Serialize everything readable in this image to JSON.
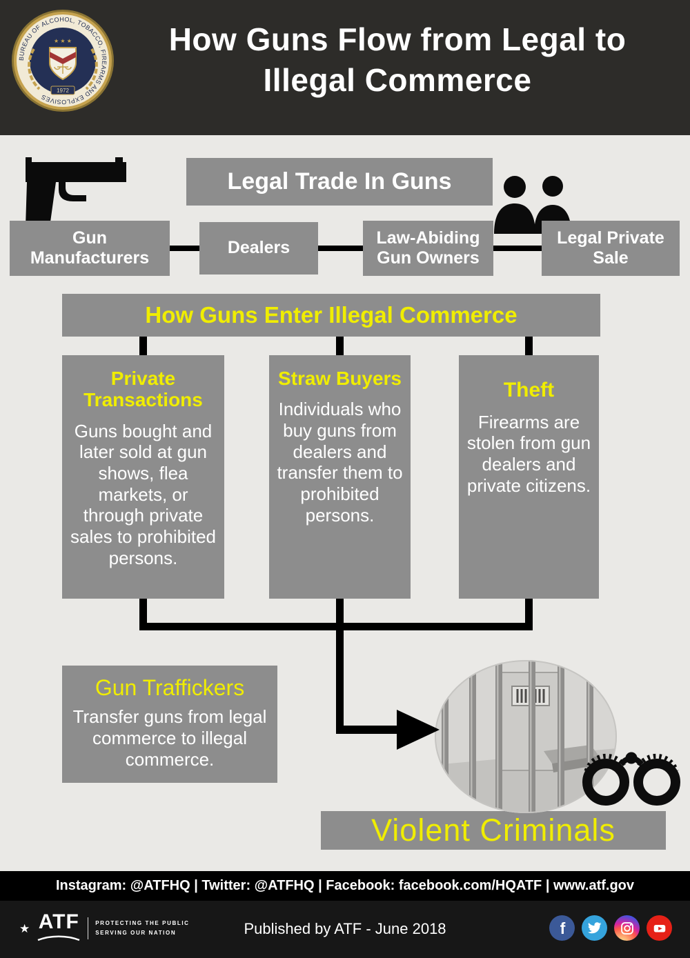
{
  "colors": {
    "header_bg": "#2d2c29",
    "page_bg": "#eae9e6",
    "box_gray": "#8d8d8d",
    "accent_yellow": "#f0ed00",
    "text_white": "#ffffff",
    "line_black": "#000000",
    "footer_bar_bg": "#000000",
    "footer_bg": "#171717",
    "facebook_blue": "#3b5998",
    "twitter_blue": "#35a3dc",
    "youtube_red": "#e62117",
    "seal_gold": "#c5a24e",
    "seal_navy": "#243055"
  },
  "header": {
    "title_line1": "How Guns Flow from Legal to",
    "title_line2": "Illegal Commerce"
  },
  "seal": {
    "ring_text": "BUREAU OF ALCOHOL, TOBACCO, FIREARMS AND EXPLOSIVES",
    "year": "1972"
  },
  "legal_trade": {
    "title": "Legal Trade In Guns",
    "nodes": [
      "Gun Manufacturers",
      "Dealers",
      "Law-Abiding Gun Owners",
      "Legal Private Sale"
    ]
  },
  "illegal": {
    "title": "How Guns Enter Illegal Commerce",
    "boxes": [
      {
        "title": "Private Transactions",
        "body": "Guns bought and later sold at gun shows, flea markets, or through private sales to prohibited persons."
      },
      {
        "title": "Straw Buyers",
        "body": "Individuals who buy guns from dealers and transfer them to prohibited persons."
      },
      {
        "title": "Theft",
        "body": "Firearms are stolen from gun dealers and private citizens."
      }
    ]
  },
  "traffickers": {
    "title": "Gun Traffickers",
    "body": "Transfer guns from legal commerce to illegal commerce."
  },
  "violent_criminals": {
    "label": "Violent Criminals"
  },
  "footer": {
    "social_line": "Instagram: @ATFHQ | Twitter: @ATFHQ | Facebook: facebook.com/HQATF | www.atf.gov",
    "published": "Published by ATF - June 2018",
    "logo_text": "ATF",
    "tagline_line1": "PROTECTING THE PUBLIC",
    "tagline_line2": "SERVING OUR NATION",
    "social_icons": [
      "facebook-icon",
      "twitter-icon",
      "instagram-icon",
      "youtube-icon"
    ]
  }
}
